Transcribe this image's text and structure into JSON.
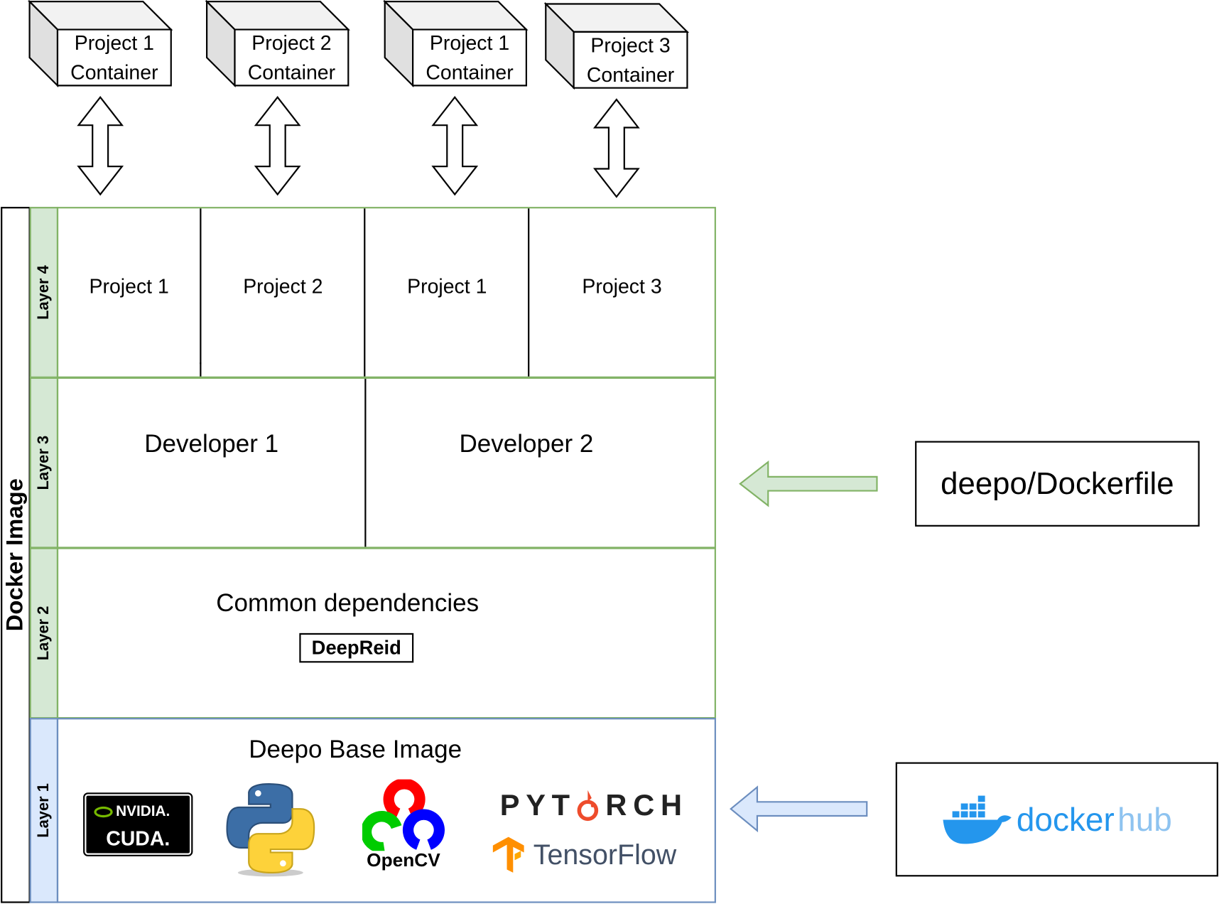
{
  "containers": [
    {
      "line1": "Project 1",
      "line2": "Container"
    },
    {
      "line1": "Project 2",
      "line2": "Container"
    },
    {
      "line1": "Project 1",
      "line2": "Container"
    },
    {
      "line1": "Project 3",
      "line2": "Container"
    }
  ],
  "docker_image_label": "Docker Image",
  "layers": {
    "layer4": {
      "label": "Layer 4",
      "projects": [
        "Project 1",
        "Project 2",
        "Project 1",
        "Project 3"
      ]
    },
    "layer3": {
      "label": "Layer 3",
      "developers": [
        "Developer 1",
        "Developer 2"
      ]
    },
    "layer2": {
      "label": "Layer 2",
      "title": "Common dependencies",
      "badge": "DeepReid"
    },
    "layer1": {
      "label": "Layer 1",
      "title": "Deepo Base Image",
      "logos": {
        "nvidia": "NVIDIA.",
        "cuda": "CUDA.",
        "opencv": "OpenCV",
        "pytorch_a": "PYT",
        "pytorch_b": "RCH",
        "tensorflow": "TensorFlow"
      }
    }
  },
  "dockerfile_label": "deepo/Dockerfile",
  "dockerhub": {
    "a": "docker",
    "b": "hub"
  },
  "colors": {
    "green_fill": "#d5e8d4",
    "green_border": "#82b366",
    "blue_fill": "#dae8fc",
    "blue_border": "#6c8ebf",
    "docker_blue": "#2496ed"
  }
}
